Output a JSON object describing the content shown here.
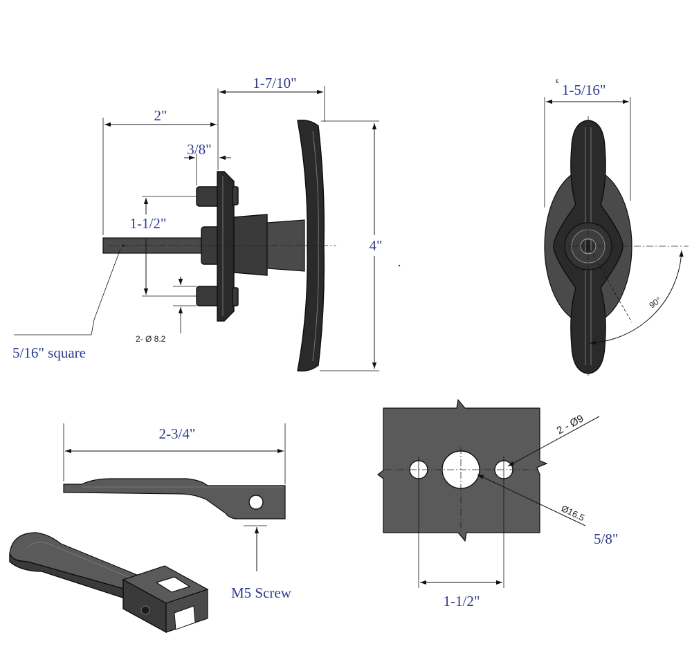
{
  "dimensions": {
    "side_shaft_length": "2\"",
    "side_depth": "1-7/10\"",
    "side_flange": "3/8\"",
    "side_hole_spacing": "1-1/2\"",
    "side_height": "4\"",
    "front_width": "1-5/16\"",
    "front_rotation": "90°",
    "lever_length": "2-3/4\"",
    "plate_hole_spacing": "1-1/2\"",
    "plate_center_offset": "5/8\""
  },
  "notes": {
    "shaft_square": "5/16\" square",
    "screw_holes": "2- Ø 8.2",
    "lever_screw": "M5 Screw",
    "plate_small_holes": "2 - Ø9",
    "plate_big_hole": "Ø16.5",
    "tiny_mark": "ε"
  },
  "colors": {
    "dimension_text": "#2d3a8c",
    "part_fill": "#3a3a3a",
    "outline": "#0d0d0d"
  }
}
